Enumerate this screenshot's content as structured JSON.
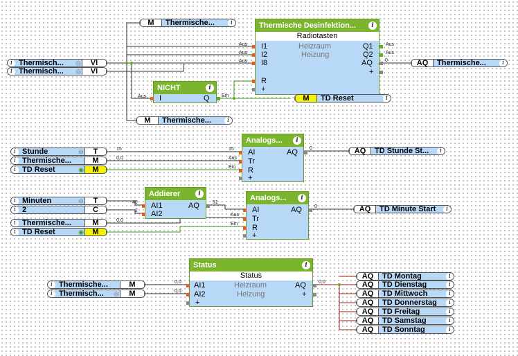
{
  "blocks": {
    "desinfektion": {
      "title": "Thermische Desinfektion...",
      "subtitle": "Radiotasten",
      "in": [
        "I1",
        "I2",
        "I8",
        "R",
        "+"
      ],
      "out": [
        "Q1",
        "Q2",
        "AQ",
        "+"
      ],
      "inner": [
        "Heizraum",
        "Heizung"
      ]
    },
    "nicht": {
      "title": "NICHT",
      "in": [
        "I"
      ],
      "out": [
        "Q"
      ]
    },
    "analog1": {
      "title": "Analogs...",
      "in": [
        "AI",
        "Tr",
        "R",
        "+"
      ],
      "out": [
        "AQ"
      ]
    },
    "addierer": {
      "title": "Addierer",
      "in": [
        "AI1",
        "AI2"
      ],
      "out": [
        "AQ"
      ]
    },
    "analog2": {
      "title": "Analogs...",
      "in": [
        "AI",
        "Tr",
        "R",
        "+"
      ],
      "out": [
        "AQ"
      ]
    },
    "status": {
      "title": "Status",
      "subtitle": "Status",
      "in": [
        "AI1",
        "AI2",
        "+"
      ],
      "out": [
        "AQ",
        "+"
      ],
      "inner": [
        "Heizraum",
        "Heizung"
      ]
    }
  },
  "connectors": [
    {
      "id": "c1",
      "name": "Thermische...",
      "type": "M"
    },
    {
      "id": "c2",
      "name": "Thermisch...",
      "type": "VI"
    },
    {
      "id": "c3",
      "name": "Thermisch...",
      "type": "VI"
    },
    {
      "id": "c4",
      "name": "Thermische...",
      "type": "AQ"
    },
    {
      "id": "c5",
      "name": "TD Reset",
      "type": "M"
    },
    {
      "id": "c6",
      "name": "Thermische...",
      "type": "M"
    },
    {
      "id": "c7",
      "name": "Stunde",
      "type": "T"
    },
    {
      "id": "c8",
      "name": "Thermische...",
      "type": "M"
    },
    {
      "id": "c9",
      "name": "TD Reset",
      "type": "M"
    },
    {
      "id": "c10",
      "name": "TD Stunde St...",
      "type": "AQ"
    },
    {
      "id": "c11",
      "name": "Minuten",
      "type": "T"
    },
    {
      "id": "c12",
      "name": "2",
      "type": "C"
    },
    {
      "id": "c13",
      "name": "Thermische...",
      "type": "M"
    },
    {
      "id": "c14",
      "name": "TD Reset",
      "type": "M"
    },
    {
      "id": "c15",
      "name": "TD Minute Start",
      "type": "AQ"
    },
    {
      "id": "c16",
      "name": "Thermische...",
      "type": "M"
    },
    {
      "id": "c17",
      "name": "Thermisch...",
      "type": "M"
    },
    {
      "id": "c18",
      "name": "TD Montag",
      "type": "AQ"
    },
    {
      "id": "c19",
      "name": "TD Dienstag",
      "type": "AQ"
    },
    {
      "id": "c20",
      "name": "TD Mittwoch",
      "type": "AQ"
    },
    {
      "id": "c21",
      "name": "TD Donnerstag",
      "type": "AQ"
    },
    {
      "id": "c22",
      "name": "TD Freitag",
      "type": "AQ"
    },
    {
      "id": "c23",
      "name": "TD Samstag",
      "type": "AQ"
    },
    {
      "id": "c24",
      "name": "TD Sonntag",
      "type": "AQ"
    }
  ],
  "wire_labels": {
    "aus": "Aus",
    "ein": "Ein",
    "zero": "0",
    "zero_zero": "0,0",
    "fifteen": "15",
    "fortynine": "49",
    "two": "2",
    "fiftyone": "51"
  },
  "icons": {
    "info": "info-icon",
    "gear": "gear-icon",
    "check": "check-icon"
  },
  "colors": {
    "block_header": "#7ab52d",
    "block_body": "#b8d8f8",
    "mem_yellow": "#f6f300",
    "wire_green": "#3a9a20",
    "pin_orange": "#e06020"
  }
}
